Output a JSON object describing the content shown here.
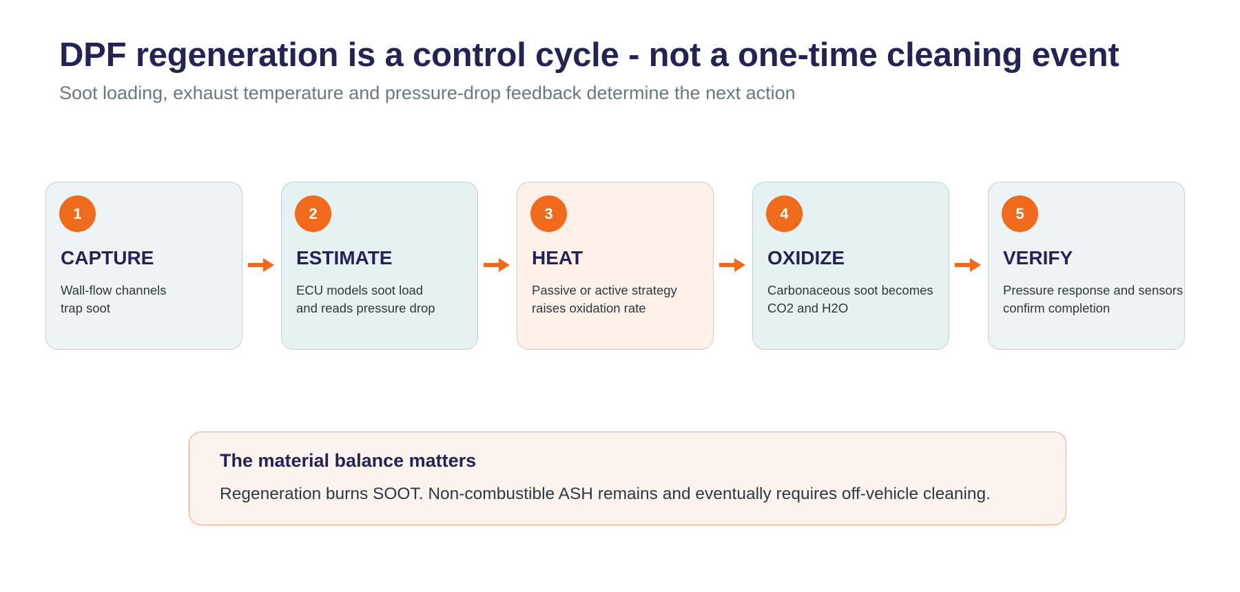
{
  "header": {
    "title": "DPF regeneration is a control cycle - not a one-time cleaning event",
    "subtitle": "Soot loading, exhaust temperature and pressure-drop feedback determine the next action"
  },
  "steps": [
    {
      "number": "1",
      "title": "CAPTURE",
      "lines": [
        "Wall-flow channels",
        "trap soot"
      ]
    },
    {
      "number": "2",
      "title": "ESTIMATE",
      "lines": [
        "ECU models soot load",
        "and reads pressure drop"
      ]
    },
    {
      "number": "3",
      "title": "HEAT",
      "lines": [
        "Passive or active strategy",
        "raises oxidation rate"
      ]
    },
    {
      "number": "4",
      "title": "OXIDIZE",
      "lines": [
        "Carbonaceous soot becomes",
        "CO2 and H2O"
      ]
    },
    {
      "number": "5",
      "title": "VERIFY",
      "lines": [
        "Pressure response and sensors",
        "confirm completion"
      ]
    }
  ],
  "callout": {
    "title": "The material balance matters",
    "body": "Regeneration burns SOOT. Non-combustible ASH remains and eventually requires off-vehicle cleaning."
  },
  "colors": {
    "accent": "#f06a1c",
    "heading": "#232356",
    "card_light": "#eef4f6",
    "card_teal": "#e6f1f2",
    "card_warm": "#fdf0e8",
    "callout_bg": "#fdf3ee",
    "callout_border": "#f3a77a"
  },
  "icons": {
    "connector": "arrow-right-icon"
  }
}
